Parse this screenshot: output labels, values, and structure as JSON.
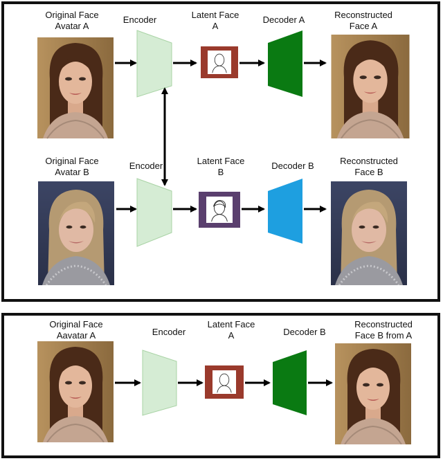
{
  "top_panel": {
    "row_a": {
      "original_label": "Original Face\nAvatar A",
      "encoder_label": "Encoder",
      "latent_label": "Latent Face\nA",
      "decoder_label": "Decoder A",
      "reconstructed_label": "Reconstructed\nFace A"
    },
    "row_b": {
      "original_label": "Original Face\nAvatar B",
      "encoder_label": "Encoder",
      "latent_label": "Latent Face\nB",
      "decoder_label": "Decoder B",
      "reconstructed_label": "Reconstructed\nFace B"
    }
  },
  "bottom_panel": {
    "original_label": "Original Face\nAavatar A",
    "encoder_label": "Encoder",
    "latent_label": "Latent Face\nA",
    "decoder_label": "Decoder B",
    "reconstructed_label": "Reconstructed\nFace B from A"
  },
  "colors": {
    "encoder_fill": "#d5ecd4",
    "encoder_stroke": "#a9d3a5",
    "decoder_green": "#0a7a12",
    "decoder_blue": "#1e9fe0",
    "latent_a_frame": "#9a3a2c",
    "latent_b_frame": "#5a3f6e",
    "arrow": "#000000"
  }
}
